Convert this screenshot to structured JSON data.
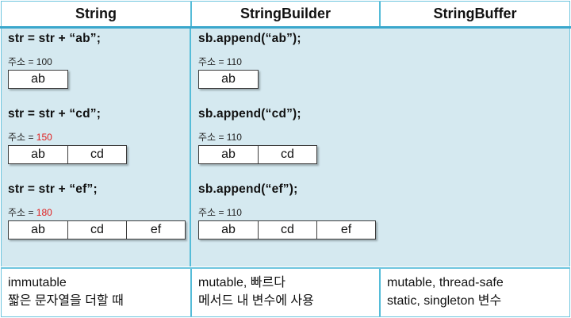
{
  "colors": {
    "body_background": "#d5e9f0",
    "border": "#6ec5de",
    "divider": "#55bcd8",
    "header_underline": "#3aa7cc",
    "highlight_red": "#e02020",
    "text": "#111111"
  },
  "header": {
    "columns": [
      {
        "label": "String"
      },
      {
        "label": "StringBuilder"
      },
      {
        "label": "StringBuffer"
      }
    ]
  },
  "columns": [
    {
      "name": "string",
      "steps": [
        {
          "code": "str = str + “ab”;",
          "addr_label": "주소",
          "addr_eq": "=",
          "addr_value": "100",
          "addr_value_color": "black",
          "cells": [
            "ab"
          ]
        },
        {
          "code": "str = str + “cd”;",
          "addr_label": "주소",
          "addr_eq": "=",
          "addr_value": "150",
          "addr_value_color": "red",
          "cells": [
            "ab",
            "cd"
          ]
        },
        {
          "code": "str = str + “ef”;",
          "addr_label": "주소",
          "addr_eq": "=",
          "addr_value": "180",
          "addr_value_color": "red",
          "cells": [
            "ab",
            "cd",
            "ef"
          ]
        }
      ]
    },
    {
      "name": "stringbuilder",
      "steps": [
        {
          "code": "sb.append(“ab”);",
          "addr_label": "주소",
          "addr_eq": "=",
          "addr_value": "110",
          "addr_value_color": "black",
          "cells": [
            "ab"
          ]
        },
        {
          "code": "sb.append(“cd”);",
          "addr_label": "주소",
          "addr_eq": "=",
          "addr_value": "110",
          "addr_value_color": "black",
          "cells": [
            "ab",
            "cd"
          ]
        },
        {
          "code": "sb.append(“ef”);",
          "addr_label": "주소",
          "addr_eq": "=",
          "addr_value": "110",
          "addr_value_color": "black",
          "cells": [
            "ab",
            "cd",
            "ef"
          ]
        }
      ]
    },
    {
      "name": "stringbuffer",
      "steps": []
    }
  ],
  "footer": {
    "cells": [
      {
        "line1": "immutable",
        "line2": "짧은 문자열을 더할 때"
      },
      {
        "line1": "mutable, 빠르다",
        "line2": "메서드 내 변수에 사용"
      },
      {
        "line1": "mutable, thread-safe",
        "line2": "static, singleton 변수"
      }
    ]
  }
}
